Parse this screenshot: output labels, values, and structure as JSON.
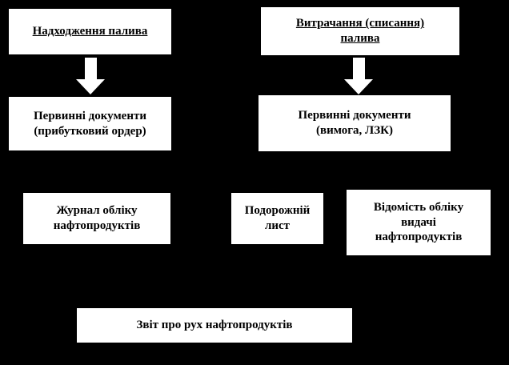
{
  "diagram": {
    "background_color": "#000000",
    "box_fill_color": "#ffffff",
    "box_border_color": "#000000",
    "arrow_color": "#ffffff",
    "boxes": {
      "intake_title": "Надходження палива",
      "expense_title": "Витрачання (списання)\nпалива",
      "intake_docs": "Первинні документи\n(прибутковий ордер)",
      "expense_docs": "Первинні документи\n(вимога, ЛЗК)",
      "journal": "Журнал обліку\nнафтопродуктів",
      "waybill": "Подорожній\nлист",
      "vidomist": "Відомість обліку\nвидачі\nнафтопродуктів",
      "report": "Звіт про рух нафтопродуктів"
    }
  }
}
